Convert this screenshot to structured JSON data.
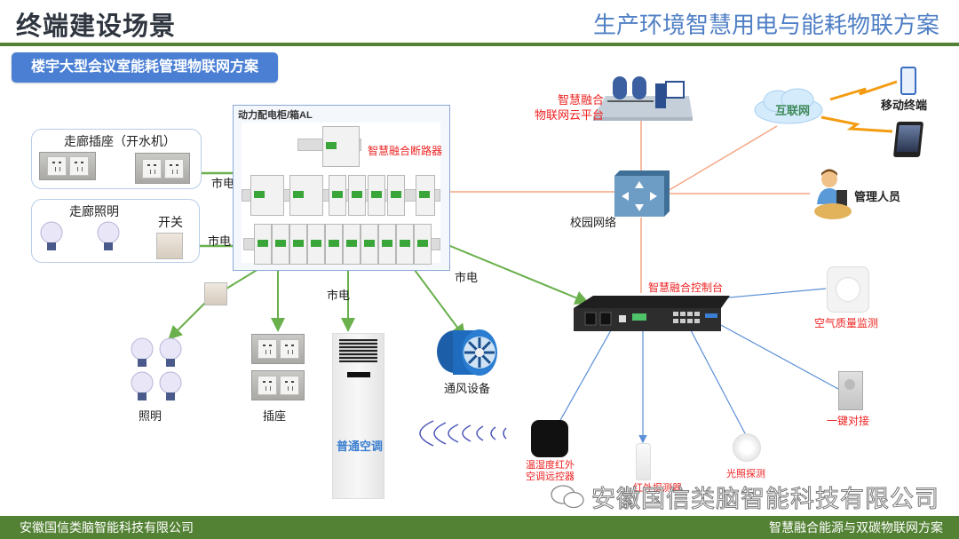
{
  "header": {
    "title_left": "终端建设场景",
    "title_right": "生产环境智慧用电与能耗物联方案",
    "subtitle": "楼宇大型会议室能耗管理物联网方案"
  },
  "groups": {
    "corridor_socket": "走廊插座（开水机）",
    "corridor_lighting": "走廊照明",
    "switch_label": "开关"
  },
  "power_labels": {
    "mains_1": "市电",
    "mains_2": "市电",
    "mains_3": "市电",
    "mains_4": "市电"
  },
  "cabinet": {
    "title": "动力配电柜/箱AL",
    "breaker_label": "智慧融合断路器"
  },
  "network": {
    "cloud_platform": [
      "智慧融合",
      "物联网云平台"
    ],
    "campus_network": "校园网络",
    "internet": "互联网",
    "mobile_terminal": "移动终端",
    "manager": "管理人员",
    "controller": "智慧融合控制台"
  },
  "loads": {
    "lighting": "照明",
    "socket": "插座",
    "ac": "普通空调",
    "ventilation": "通风设备"
  },
  "sensors": {
    "air_quality": "空气质量监测",
    "intercom": "一键对接",
    "light_sensor": "光照探测",
    "ir_remote": [
      "温湿度红外",
      "空调远控器"
    ],
    "pir_sensor": "红外探测器"
  },
  "colors": {
    "green_line": "#6ab04c",
    "orange_line": "#f4a582",
    "blue_line": "#5b8fd6",
    "footer_bg": "#548235",
    "accent_blue": "#4a7fd4",
    "label_red": "#ee2222"
  },
  "watermark": "安徽国信类脑智能科技有限公司",
  "footer": {
    "left": "安徽国信类脑智能科技有限公司",
    "right": "智慧融合能源与双碳物联网方案"
  }
}
